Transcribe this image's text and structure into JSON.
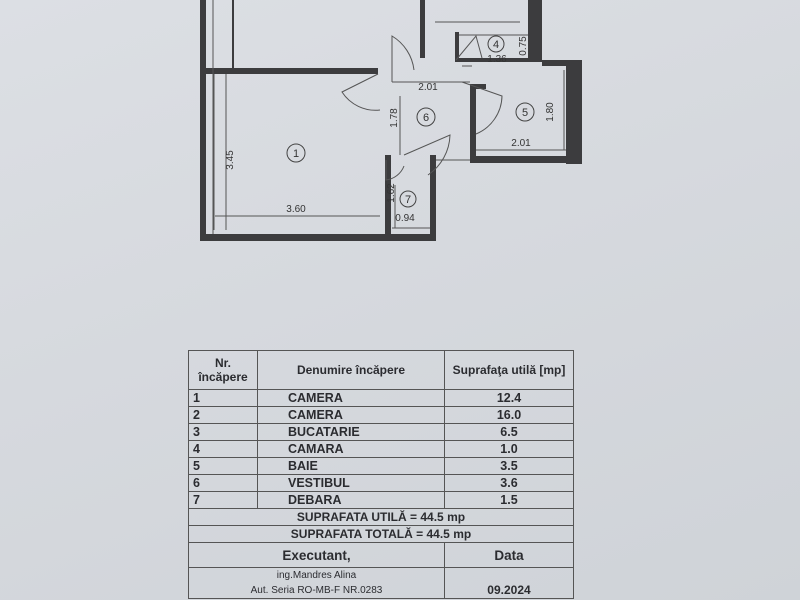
{
  "plan": {
    "rooms": [
      {
        "number": "1"
      },
      {
        "number": "4"
      },
      {
        "number": "5"
      },
      {
        "number": "6"
      },
      {
        "number": "7"
      }
    ],
    "dims": [
      "3.45",
      "3.60",
      "1.78",
      "2.01",
      "1.36",
      "0.75",
      "1.80",
      "2.01",
      "1.62",
      "0.94"
    ]
  },
  "table": {
    "headers": [
      "Nr. încăpere",
      "Denumire încăpere",
      "Suprafaţa utilă [mp]"
    ],
    "rows": [
      {
        "nr": "1",
        "name": "CAMERA",
        "area": "12.4"
      },
      {
        "nr": "2",
        "name": "CAMERA",
        "area": "16.0"
      },
      {
        "nr": "3",
        "name": "BUCATARIE",
        "area": "6.5"
      },
      {
        "nr": "4",
        "name": "CAMARA",
        "area": "1.0"
      },
      {
        "nr": "5",
        "name": "BAIE",
        "area": "3.5"
      },
      {
        "nr": "6",
        "name": "VESTIBUL",
        "area": "3.6"
      },
      {
        "nr": "7",
        "name": "DEBARA",
        "area": "1.5"
      }
    ],
    "util_label": "SUPRAFATA UTILĂ =",
    "util_value": "44.5",
    "util_unit": "mp",
    "total_label": "SUPRAFATA TOTALĂ =",
    "total_value": "44.5",
    "total_unit": "mp",
    "executant_label": "Executant,",
    "data_label": "Data",
    "engineer": "ing.Mandres Alina",
    "cert_partial": "Aut. Seria RO-MB-F NR.0283",
    "date_partial": "09.2024"
  }
}
